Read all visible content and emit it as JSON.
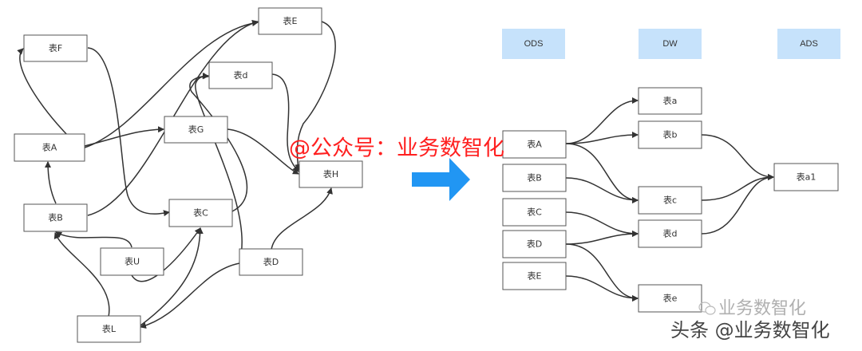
{
  "left_diagram": {
    "tables": {
      "F": "表F",
      "E": "表E",
      "d": "表d",
      "A": "表A",
      "G": "表G",
      "H": "表H",
      "B": "表B",
      "C": "表C",
      "U": "表U",
      "D": "表D",
      "L": "表L"
    }
  },
  "right_diagram": {
    "layers": {
      "ods": "ODS",
      "dw": "DW",
      "ads": "ADS"
    },
    "ods_tables": {
      "a": "表A",
      "b": "表B",
      "c": "表C",
      "d": "表D",
      "e": "表E"
    },
    "dw_tables": {
      "a": "表a",
      "b": "表b",
      "c": "表c",
      "d": "表d",
      "e": "表e"
    },
    "ads_tables": {
      "a1": "表a1"
    }
  },
  "watermark": {
    "text": "@公众号：业务数智化"
  },
  "footer": {
    "wechat_name": "业务数智化",
    "source": "头条 @业务数智化"
  },
  "colors": {
    "arrow": "#2196f3",
    "watermark": "#ff2020",
    "layer_fill": "#c6e2fb"
  }
}
